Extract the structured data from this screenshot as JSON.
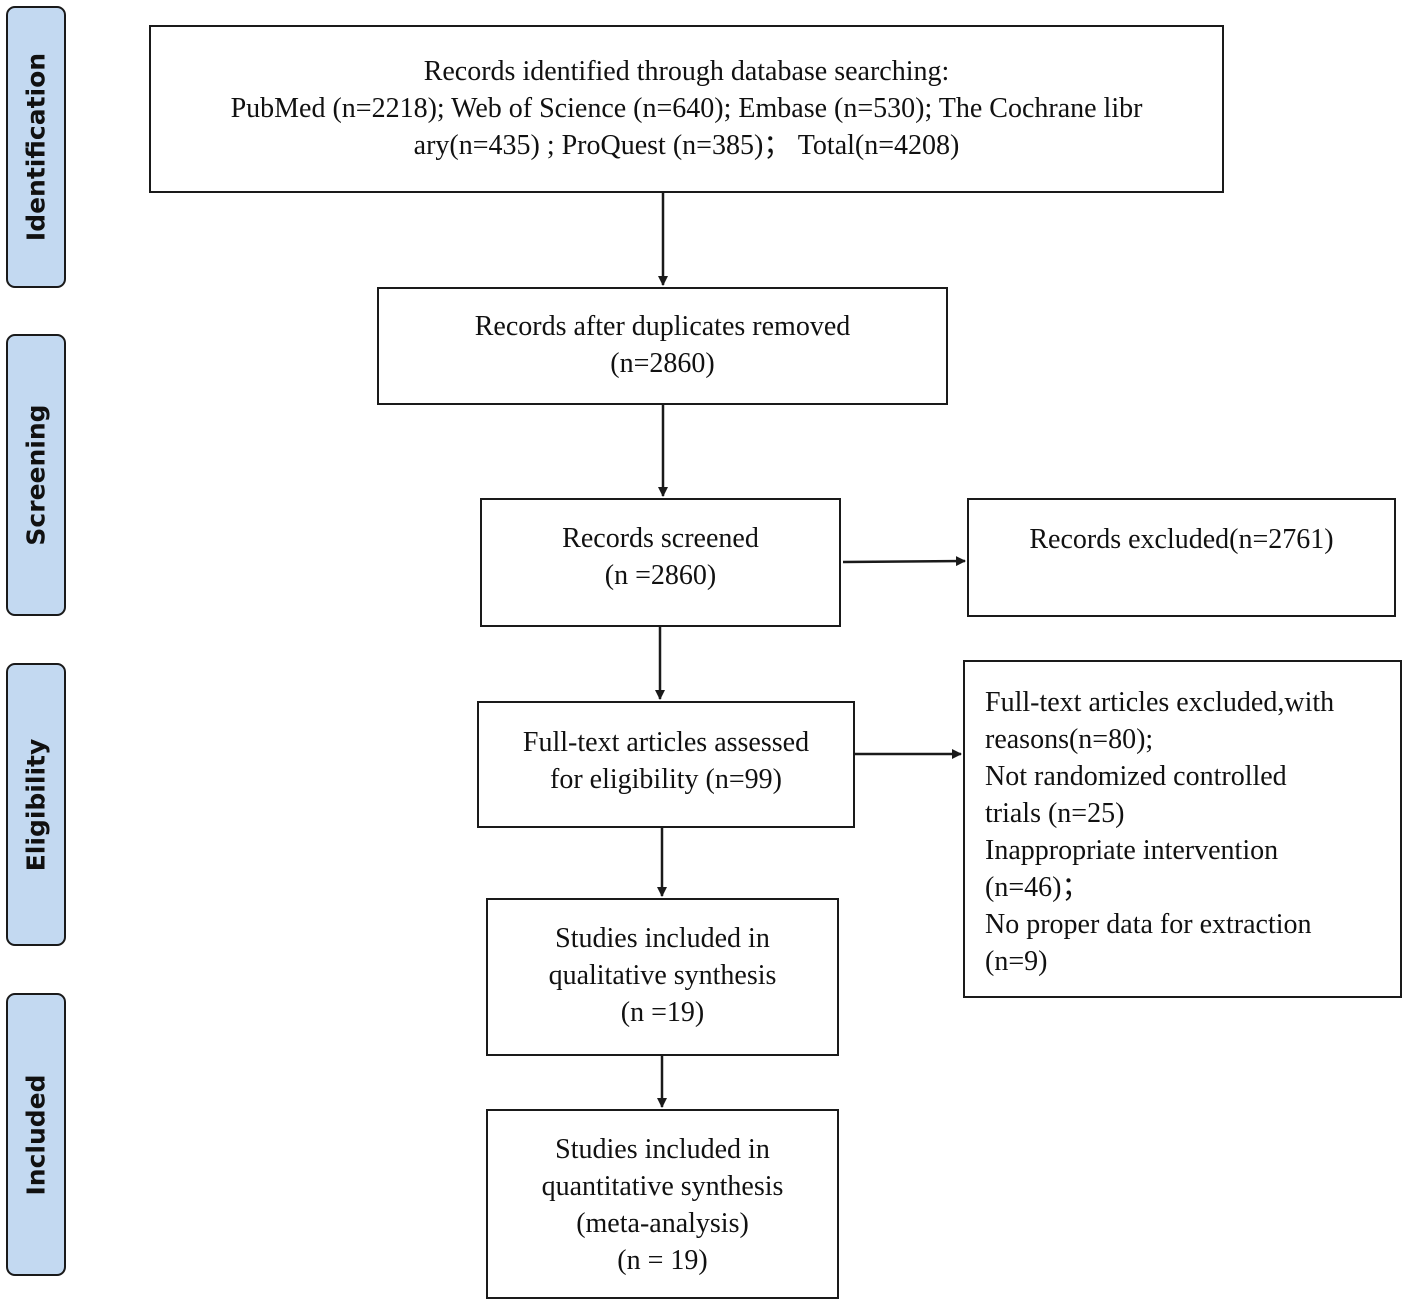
{
  "stages": {
    "identification": "Identification",
    "screening": "Screening",
    "eligibility": "Eligibility",
    "included": "Included"
  },
  "boxes": {
    "identified": {
      "lines": [
        "Records identified through database searching:",
        "PubMed (n=2218); Web of Science (n=640); Embase (n=530); The  Cochrane libr",
        "ary(n=435) ; ProQuest (n=385)；  Total(n=4208)"
      ]
    },
    "deduplicated": {
      "lines": [
        "Records after duplicates removed",
        "(n=2860)"
      ]
    },
    "screened": {
      "lines": [
        "Records screened",
        "(n =2860)"
      ]
    },
    "excluded": {
      "lines": [
        "Records excluded(n=2761)"
      ]
    },
    "fulltext": {
      "lines": [
        "Full-text articles assessed",
        "for eligibility (n=99)"
      ]
    },
    "fulltext_excluded": {
      "lines": [
        "Full-text articles excluded,with",
        "reasons(n=80);",
        "Not randomized controlled",
        "trials (n=25)",
        "Inappropriate intervention",
        "(n=46)；",
        "No proper data for extraction",
        "(n=9)"
      ]
    },
    "qualitative": {
      "lines": [
        "Studies included in",
        "qualitative synthesis",
        "(n =19)"
      ]
    },
    "quantitative": {
      "lines": [
        "Studies included in",
        "quantitative synthesis",
        "(meta-analysis)",
        "(n = 19)"
      ]
    }
  },
  "colors": {
    "stage_fill": "#c3d9f1",
    "line": "#1a1a1a",
    "box_fill": "#ffffff"
  }
}
